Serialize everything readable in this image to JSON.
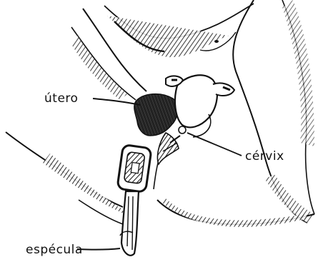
{
  "labels": {
    "utero": "útero",
    "cervix": "cérvix",
    "especula": "espécula"
  },
  "colors": {
    "ink": "#111111",
    "shading": "#3a3a3a",
    "background": "#ffffff"
  }
}
